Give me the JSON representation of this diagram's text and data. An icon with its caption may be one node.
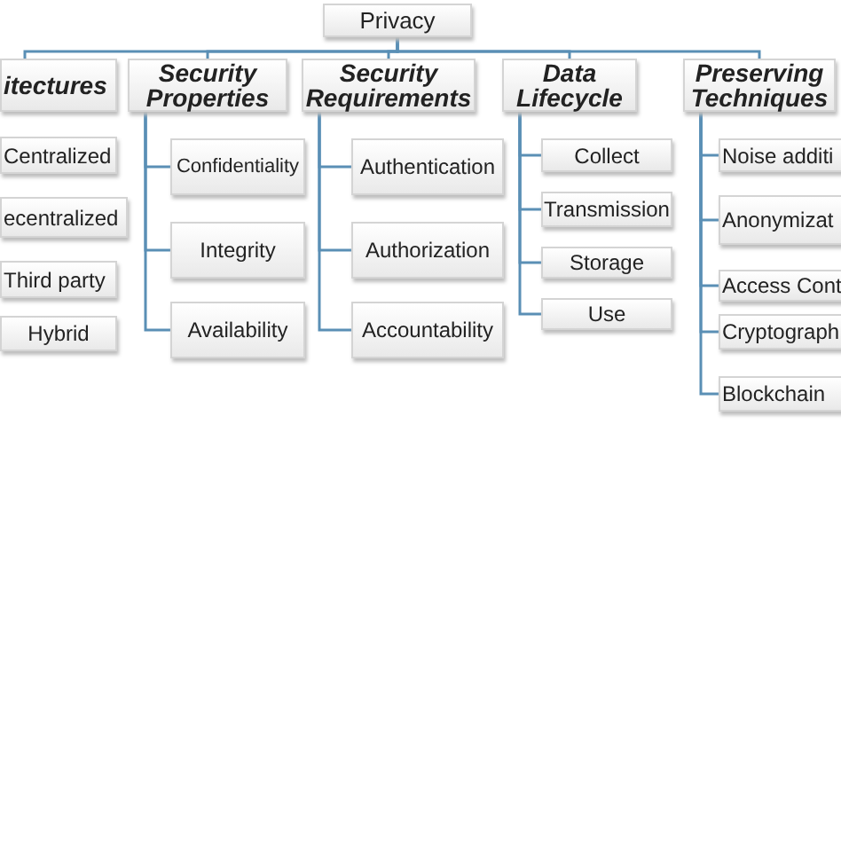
{
  "diagram": {
    "nodes": [
      {
        "text": [
          "Privacy"
        ]
      },
      {
        "text": [
          "itectures"
        ]
      },
      {
        "text": [
          "Centralized"
        ]
      },
      {
        "text": [
          "ecentralized"
        ]
      },
      {
        "text": [
          "Third party"
        ]
      },
      {
        "text": [
          "Hybrid"
        ]
      },
      {
        "text": [
          "Security Properties"
        ]
      },
      {
        "text": [
          "Confidentiality"
        ]
      },
      {
        "text": [
          "Integrity"
        ]
      },
      {
        "text": [
          "Availability"
        ]
      },
      {
        "text": [
          "Security Requirements"
        ]
      },
      {
        "text": [
          "Authentication"
        ]
      },
      {
        "text": [
          "Authorization"
        ]
      },
      {
        "text": [
          "Accountability"
        ]
      },
      {
        "text": [
          "Data Lifecycle"
        ]
      },
      {
        "text": [
          "Collect"
        ]
      },
      {
        "text": [
          "Transmission"
        ]
      },
      {
        "text": [
          "Storage"
        ]
      },
      {
        "text": [
          "Use"
        ]
      },
      {
        "text": [
          "Preserving Techniques"
        ]
      },
      {
        "text": [
          "Noise additi"
        ]
      },
      {
        "text": [
          "Anonymizat"
        ]
      },
      {
        "text": [
          "Access Cont"
        ]
      },
      {
        "text": [
          "Cryptograph"
        ]
      },
      {
        "text": [
          "Blockchain"
        ]
      }
    ],
    "edges": [
      {
        "from": 0,
        "to": 1,
        "arrow": "none"
      },
      {
        "from": 0,
        "to": 6,
        "arrow": "none"
      },
      {
        "from": 0,
        "to": 10,
        "arrow": "none"
      },
      {
        "from": 0,
        "to": 14,
        "arrow": "none"
      },
      {
        "from": 0,
        "to": 19,
        "arrow": "none"
      },
      {
        "from": 6,
        "to": 7,
        "arrow": "none"
      },
      {
        "from": 6,
        "to": 8,
        "arrow": "none"
      },
      {
        "from": 6,
        "to": 9,
        "arrow": "none"
      },
      {
        "from": 10,
        "to": 11,
        "arrow": "none"
      },
      {
        "from": 10,
        "to": 12,
        "arrow": "none"
      },
      {
        "from": 10,
        "to": 13,
        "arrow": "none"
      },
      {
        "from": 14,
        "to": 15,
        "arrow": "none"
      },
      {
        "from": 14,
        "to": 16,
        "arrow": "none"
      },
      {
        "from": 14,
        "to": 17,
        "arrow": "none"
      },
      {
        "from": 14,
        "to": 18,
        "arrow": "none"
      },
      {
        "from": 19,
        "to": 20,
        "arrow": "none"
      },
      {
        "from": 19,
        "to": 21,
        "arrow": "none"
      },
      {
        "from": 19,
        "to": 22,
        "arrow": "none"
      },
      {
        "from": 19,
        "to": 23,
        "arrow": "none"
      },
      {
        "from": 19,
        "to": 24,
        "arrow": "none"
      }
    ]
  }
}
